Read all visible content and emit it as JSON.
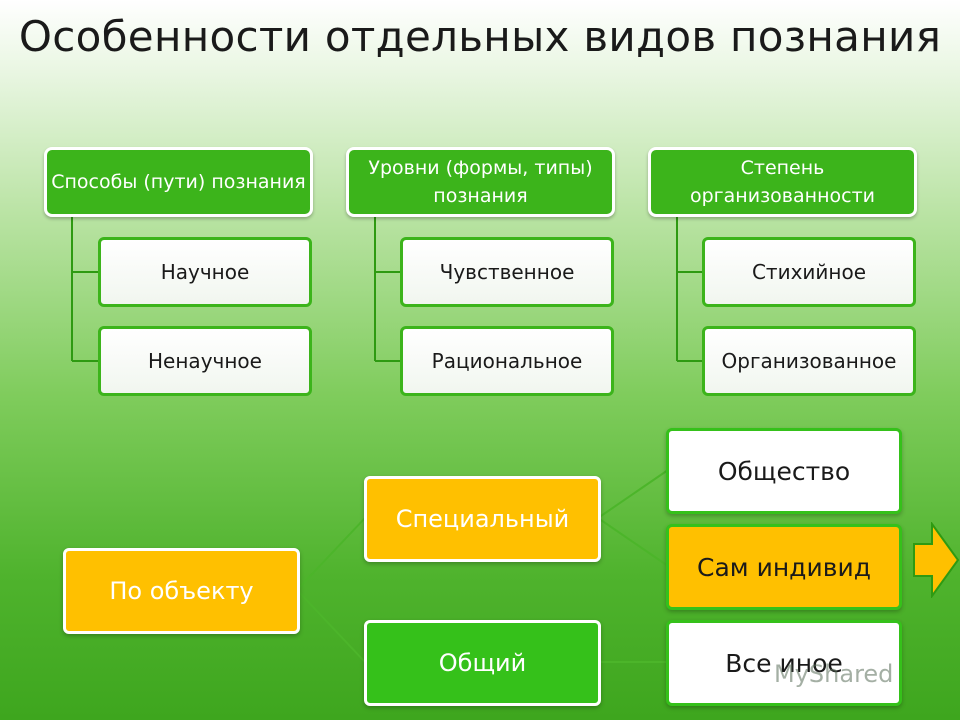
{
  "title": "Особенности отдельных видов познания",
  "groups": [
    {
      "header": "Способы (пути) познания",
      "items": [
        "Научное",
        "Ненаучное"
      ]
    },
    {
      "header": "Уровни (формы, типы) познания",
      "items": [
        "Чувственное",
        "Рациональное"
      ]
    },
    {
      "header": "Степень организованности",
      "items": [
        "Стихийное",
        "Организованное"
      ]
    }
  ],
  "tree": {
    "root": "По объекту",
    "special": "Специальный",
    "general": "Общий",
    "society": "Общество",
    "individual": "Сам индивид",
    "other": "Все иное"
  },
  "watermark": "MyShared",
  "colors": {
    "green": "#3cb41b",
    "orange": "#ffc000",
    "white": "#ffffff"
  }
}
